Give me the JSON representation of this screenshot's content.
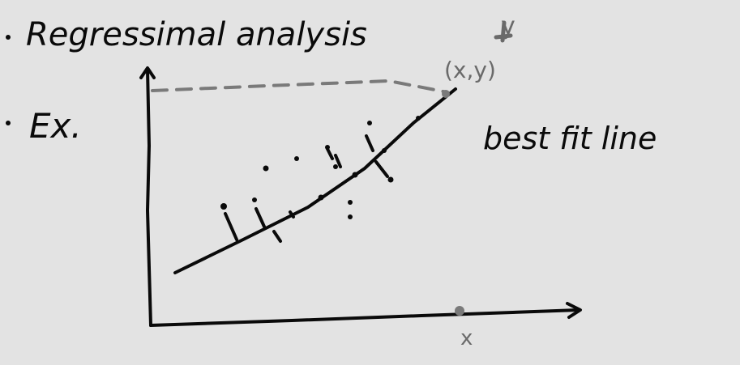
{
  "title": "Regressimal analysis",
  "example_label": "Ex.",
  "annotation": "best fit line",
  "point_label": "(x,y)",
  "y_axis_tick": "y",
  "x_axis_tick": "x",
  "colors": {
    "background": "#e3e3e3",
    "ink": "#0a0a0a",
    "pencil": "#6a6a6a"
  },
  "icons": {
    "bullet_1": "bullet-dot",
    "bullet_2": "bullet-dot"
  }
}
